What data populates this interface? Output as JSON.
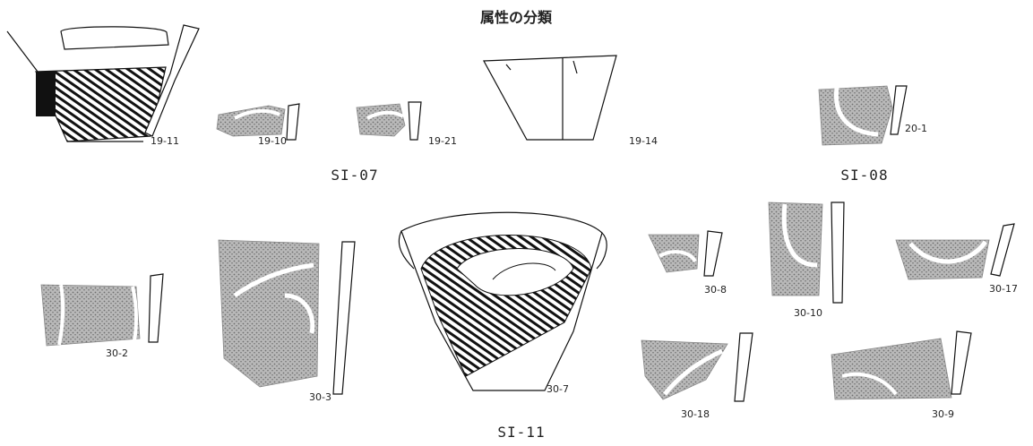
{
  "title": "属性の分類",
  "groups": {
    "si07": "SI-07",
    "si08": "SI-08",
    "si11": "SI-11"
  },
  "labels": {
    "l19_11": "19-11",
    "l19_10": "19-10",
    "l19_21": "19-21",
    "l19_14": "19-14",
    "l20_1": "20-1",
    "l30_2": "30-2",
    "l30_3": "30-3",
    "l30_7": "30-7",
    "l30_8": "30-8",
    "l30_10": "30-10",
    "l30_17": "30-17",
    "l30_18": "30-18",
    "l30_9": "30-9"
  }
}
